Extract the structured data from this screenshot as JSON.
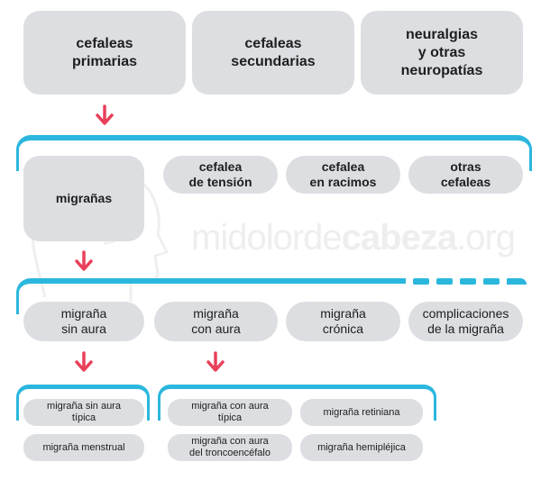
{
  "watermark": {
    "light": "midolorde",
    "bold": "cabeza",
    "tail": ".org"
  },
  "level1": {
    "primarias": "cefaleas\nprimarias",
    "secundarias": "cefaleas\nsecundarias",
    "neuralgias": "neuralgias\ny otras\nneuropatías"
  },
  "level2": {
    "migranas": "migrañas",
    "tension": "cefalea\nde tensión",
    "racimos": "cefalea\nen racimos",
    "otras": "otras\ncefaleas"
  },
  "level3": {
    "sin_aura": "migraña\nsin aura",
    "con_aura": "migraña\ncon aura",
    "cronica": "migraña\ncrónica",
    "complicaciones": "complicaciones\nde la migraña"
  },
  "level4_sin_aura": {
    "tipica": "migraña sin aura\ntípica",
    "menstrual": "migraña menstrual"
  },
  "level4_con_aura": {
    "tipica": "migraña con aura\ntípica",
    "retiniana": "migraña retiniana",
    "troncoencefalo": "migraña con aura\ndel troncoencéfalo",
    "hemiplejica": "migraña hemipléjica"
  },
  "colors": {
    "accent": "#2bb7dd",
    "arrow": "#e8405a",
    "box": "#dcdee2"
  }
}
